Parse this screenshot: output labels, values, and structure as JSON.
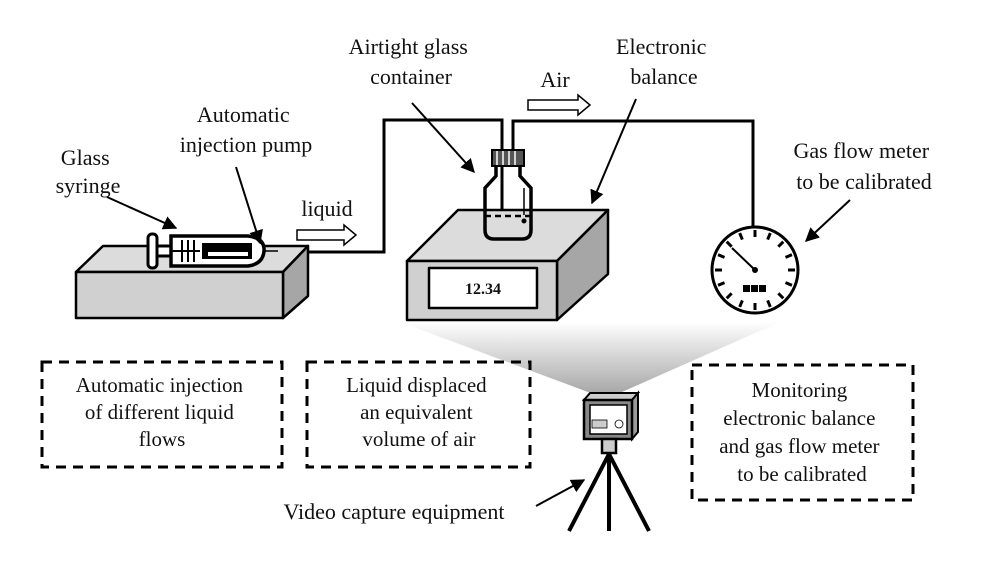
{
  "labels": {
    "glass_syringe": [
      "Glass",
      "syringe"
    ],
    "injection_pump": [
      "Automatic",
      "injection pump"
    ],
    "liquid": "liquid",
    "airtight_container": [
      "Airtight glass",
      "container"
    ],
    "air": "Air",
    "electronic_balance": [
      "Electronic",
      "balance"
    ],
    "gas_flow_meter": [
      "Gas flow meter",
      "to be calibrated"
    ],
    "video_capture": "Video capture equipment"
  },
  "balance_display": "12.34",
  "boxes": [
    {
      "lines": [
        "Automatic injection",
        "of different liquid",
        "flows"
      ]
    },
    {
      "lines": [
        "Liquid displaced",
        "an equivalent",
        "volume of air"
      ]
    },
    {
      "lines": [
        "Monitoring",
        "electronic balance",
        "and gas flow meter",
        "to be calibrated"
      ]
    }
  ],
  "colors": {
    "block_front": "#d0d0d0",
    "block_top": "#dcdcdc",
    "block_side": "#a6a6a6",
    "line": "#000000"
  }
}
